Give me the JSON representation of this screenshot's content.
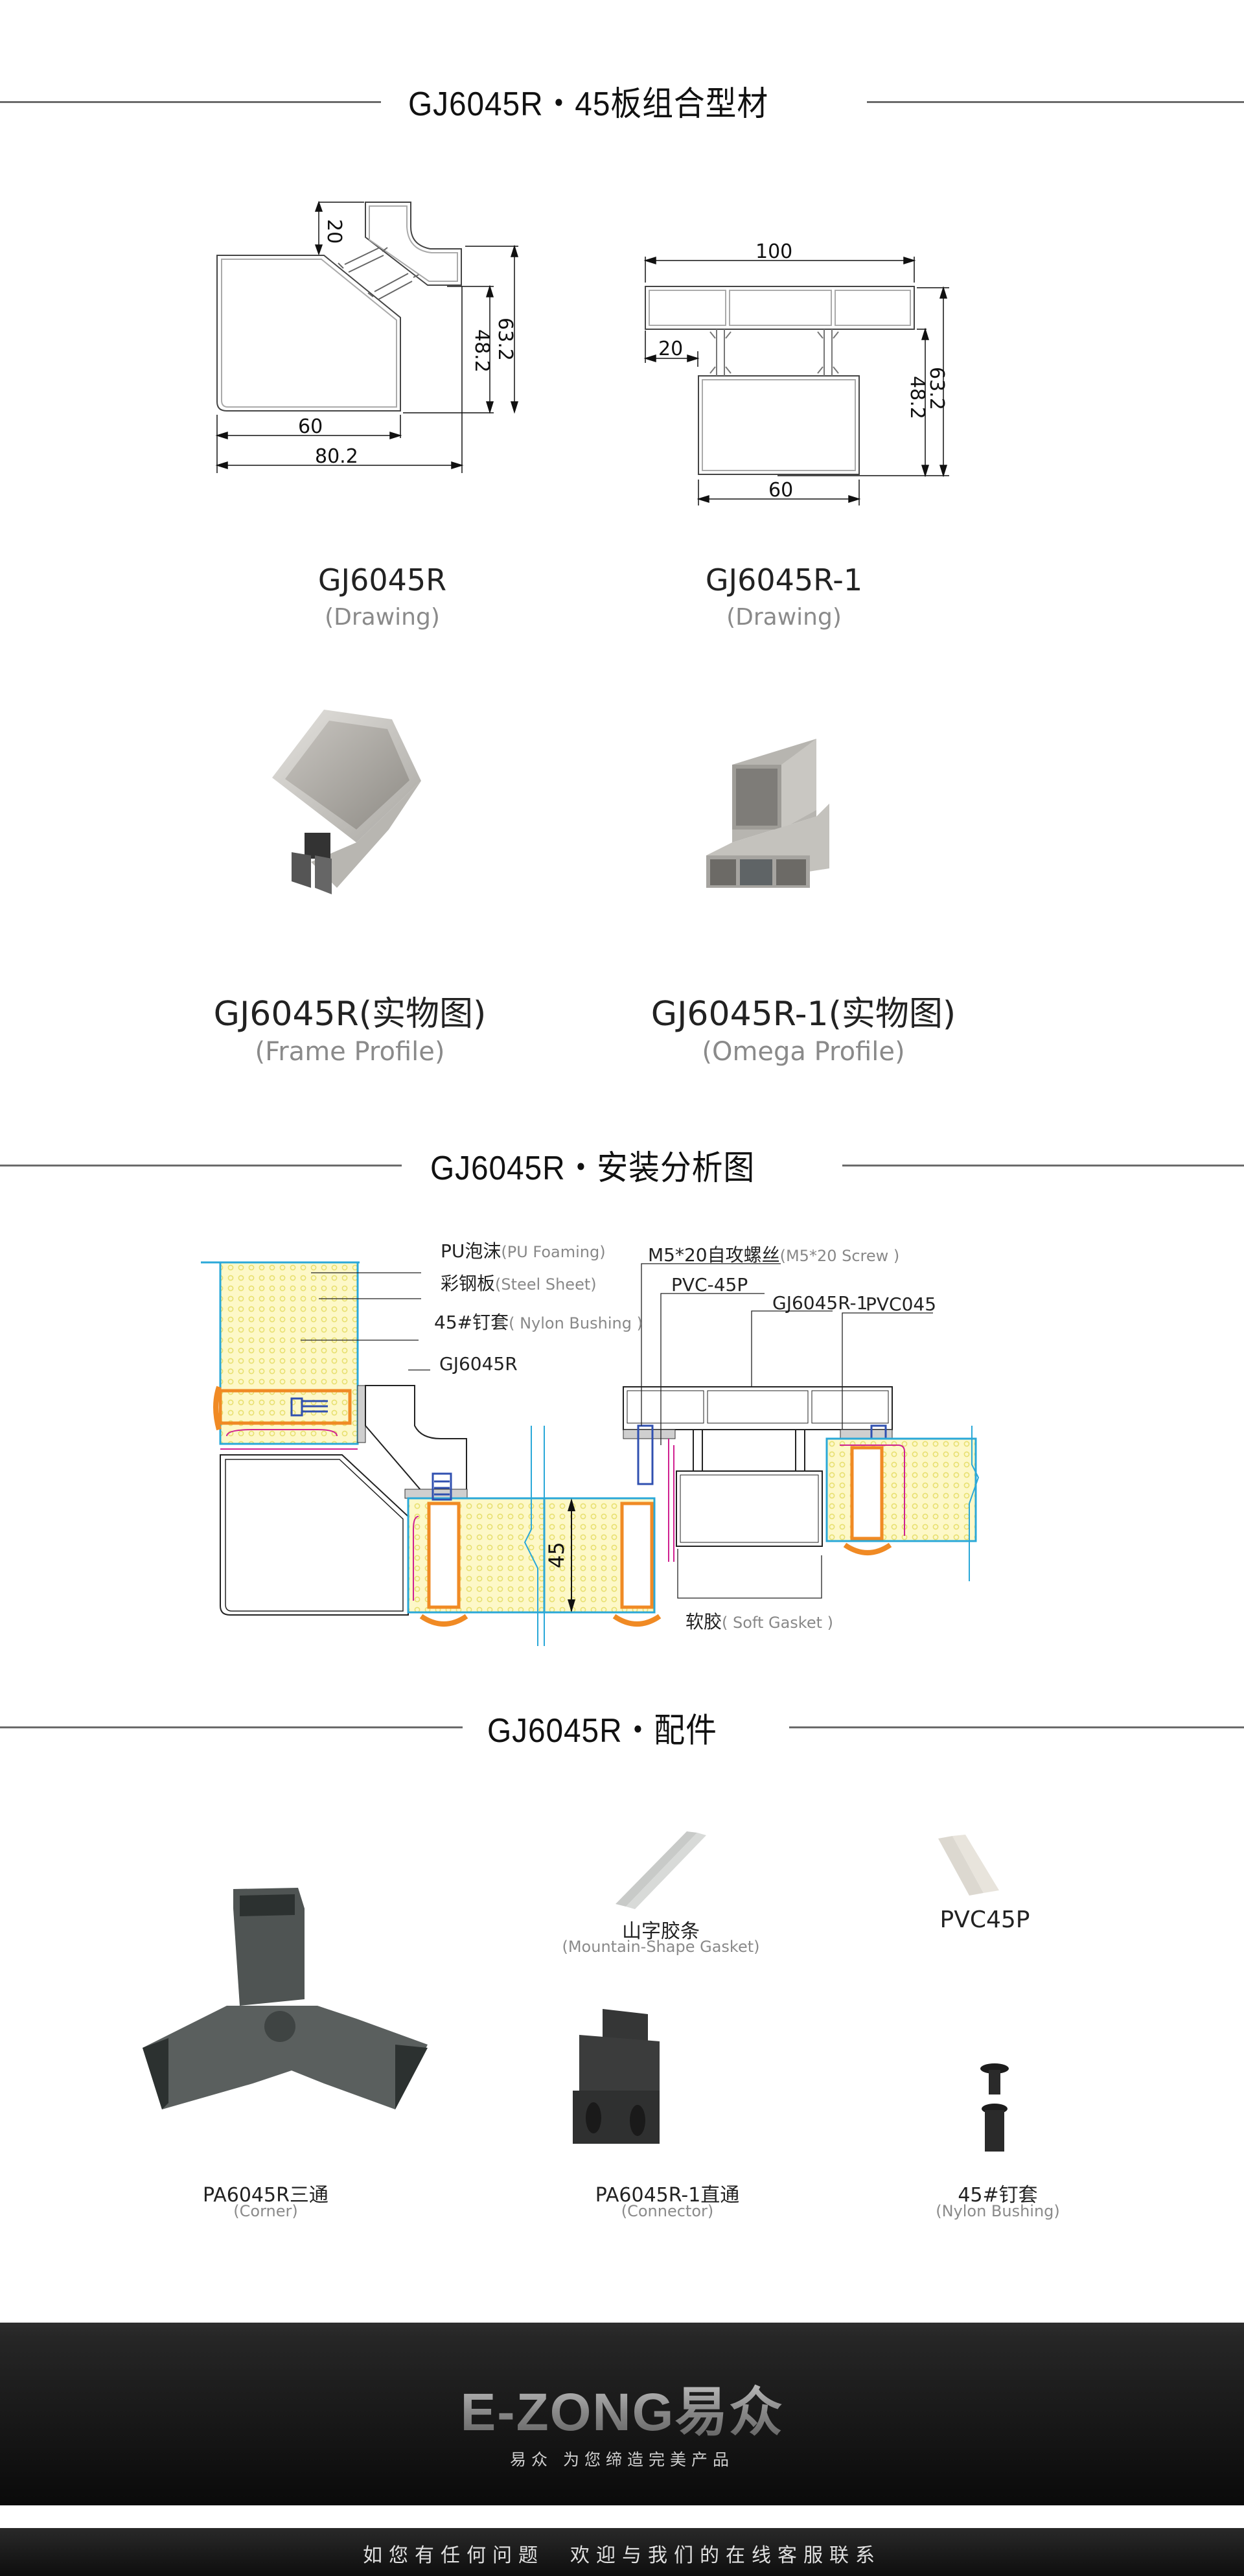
{
  "sections": {
    "profiles": {
      "title": "GJ6045R・45板组合型材"
    },
    "installation": {
      "title": "GJ6045R・安装分析图"
    },
    "accessories": {
      "title": "GJ6045R・配件"
    }
  },
  "drawings": [
    {
      "name": "GJ6045R",
      "subtitle": "(Drawing)",
      "dimensions": {
        "top_offset": "20",
        "inner_width": "60",
        "total_width": "80.2",
        "inner_height": "48.2",
        "total_height": "63.2"
      }
    },
    {
      "name": "GJ6045R-1",
      "subtitle": "(Drawing)",
      "dimensions": {
        "total_width": "100",
        "left_offset": "20",
        "inner_width": "60",
        "inner_height": "48.2",
        "total_height": "63.2"
      }
    }
  ],
  "photos": [
    {
      "name": "GJ6045R(实物图)",
      "subtitle": "(Frame Profile)"
    },
    {
      "name": "GJ6045R-1(实物图)",
      "subtitle": "(Omega Profile)"
    }
  ],
  "installation_labels": {
    "pu_foam": {
      "cn": "PU泡沫",
      "en": "(PU Foaming)"
    },
    "steel_sheet": {
      "cn": "彩钢板",
      "en": "(Steel Sheet)"
    },
    "nylon_bushing": {
      "cn": "45#钉套",
      "en": "( Nylon Bushing )"
    },
    "frame_profile": {
      "cn": "GJ6045R"
    },
    "screw": {
      "cn": "M5*20自攻螺丝",
      "en": "(M5*20 Screw )"
    },
    "pvc45p": {
      "cn": "PVC-45P"
    },
    "omega_profile": {
      "cn": "GJ6045R-1"
    },
    "pvc045": {
      "cn": "PVC045"
    },
    "soft_gasket": {
      "cn": "软胶",
      "en": "( Soft Gasket )"
    },
    "panel_thickness": "45"
  },
  "accessories": [
    {
      "name": "山字胶条",
      "subtitle": "(Mountain-Shape Gasket)"
    },
    {
      "name": "PVC45P",
      "subtitle": ""
    },
    {
      "name": "PA6045R三通",
      "subtitle": "(Corner)"
    },
    {
      "name": "PA6045R-1直通",
      "subtitle": "(Connector)"
    },
    {
      "name": "45#钉套",
      "subtitle": "(Nylon Bushing)"
    }
  ],
  "footer": {
    "logo": "E-ZONG易众",
    "slogan": "易众 为您缔造完美产品",
    "contact": "如您有任何问题　欢迎与我们的在线客服联系"
  },
  "colors": {
    "section_line": "#6b6b6b",
    "foam_fill": "#fdf8c8",
    "foam_dots": "#e8e070",
    "steel_blue": "#2aa8d8",
    "bushing_orange": "#f08a24",
    "screw_blue": "#3050b0",
    "gasket_magenta": "#d02090",
    "footer_dark": "#1c1c1c"
  }
}
